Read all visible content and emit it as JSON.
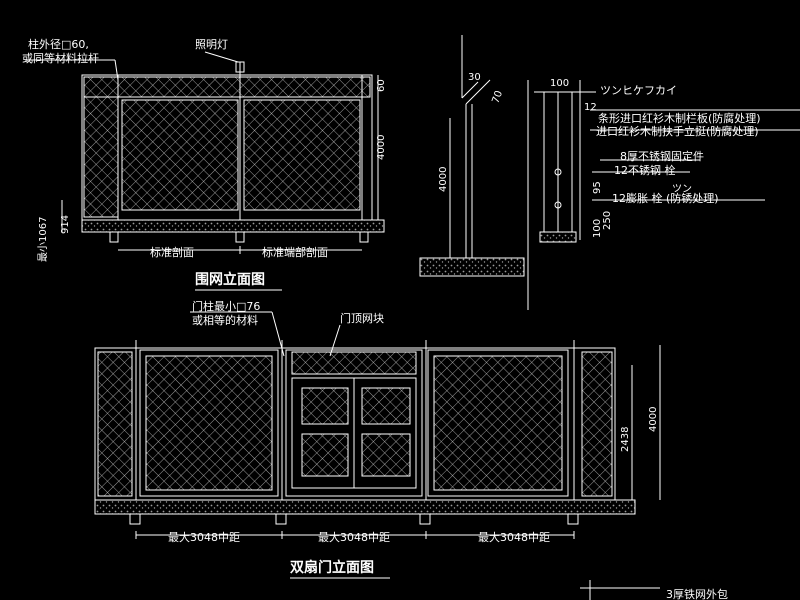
{
  "colors": {
    "background": "#000000",
    "line": "#ffffff",
    "mesh": "#bfbfbf",
    "ground": "#9a9a9a"
  },
  "fence_elevation": {
    "title": "围网立面图",
    "post_label_1": "柱外径□60,",
    "post_label_2": "或同等材料拉杆",
    "light_label": "照明灯",
    "dim_top": "60",
    "dim_height": "4000",
    "dim_min": "最小1067",
    "dim_914": "914",
    "section_left": "标准剖面",
    "section_right": "标准端部剖面"
  },
  "side_section": {
    "dim_4000": "4000",
    "dim_30": "30",
    "dim_70": "70",
    "dim_100_top": "100",
    "dim_12": "12",
    "katakana_1": "ツンヒケフカイ",
    "note_1": "条形进口红衫木制栏板(防腐处理)",
    "note_2": "进口红衫木制扶手立挺(防腐处理)",
    "note_3": "8厚不锈钢固定件",
    "note_4": "12不锈钢  栓",
    "note_5": "12膨胀  栓 (防锈处理)",
    "katakana_2": "ツン",
    "dim_95": "95",
    "dim_250": "250",
    "dim_100_bottom": "100"
  },
  "gate_elevation": {
    "title": "双扇门立面图",
    "post_label_1": "门柱最小□76",
    "post_label_2": "或相等的材料",
    "top_mesh_label": "门顶网块",
    "dim_2438": "2438",
    "dim_4000": "4000",
    "span_1": "最大3048中距",
    "span_2": "最大3048中距",
    "span_3": "最大3048中距"
  },
  "corner_note": "3厚铁网外包"
}
